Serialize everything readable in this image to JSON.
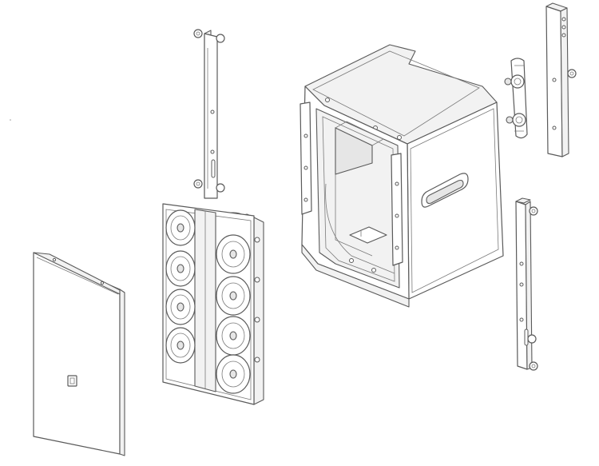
{
  "diagram": {
    "style": "exploded line drawing",
    "stroke_color": "#5a5a5a",
    "background": "#ffffff",
    "parts": [
      {
        "id": "front-grille",
        "icon": "grille-panel"
      },
      {
        "id": "driver-baffle",
        "icon": "speaker-array"
      },
      {
        "id": "rigging-bar-left",
        "icon": "rigging-bar"
      },
      {
        "id": "cabinet-enclosure",
        "icon": "cabinet"
      },
      {
        "id": "connector-plate",
        "icon": "connector-panel"
      },
      {
        "id": "rigging-bar-right-rear",
        "icon": "rigging-bar"
      },
      {
        "id": "rigging-bar-right-front",
        "icon": "rigging-bar"
      }
    ]
  }
}
